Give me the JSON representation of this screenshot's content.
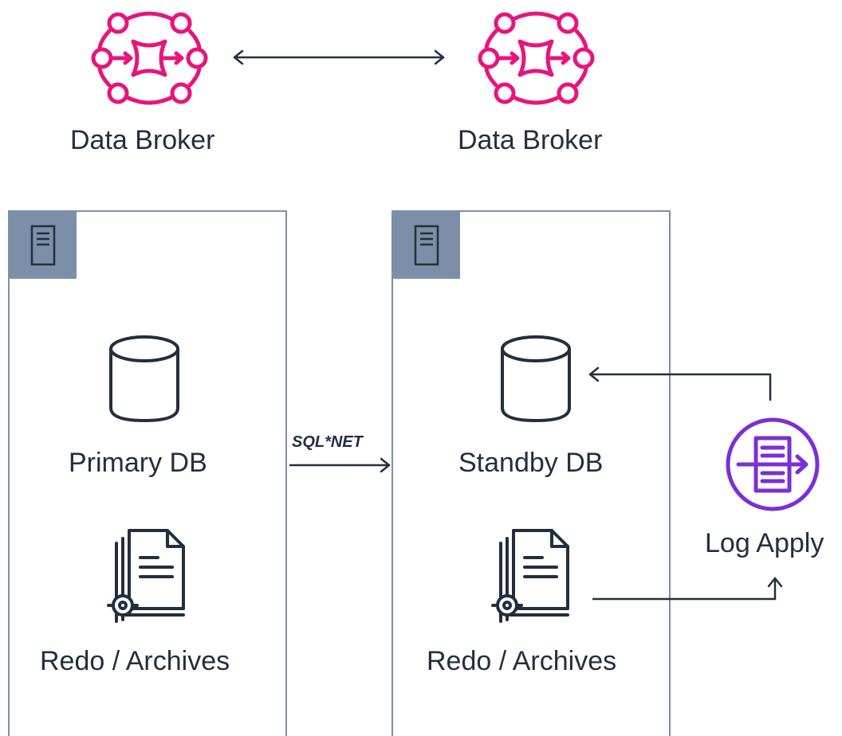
{
  "diagram": {
    "broker_left": {
      "label": "Data Broker",
      "icon": "data-broker-icon"
    },
    "broker_right": {
      "label": "Data Broker",
      "icon": "data-broker-icon"
    },
    "primary_server": {
      "icon": "server-icon",
      "db_label": "Primary DB",
      "db_icon": "database-icon",
      "files_label": "Redo / Archives",
      "files_icon": "document-gear-icon"
    },
    "standby_server": {
      "icon": "server-icon",
      "db_label": "Standby DB",
      "db_icon": "database-icon",
      "files_label": "Redo / Archives",
      "files_icon": "document-gear-icon"
    },
    "transport_label": "SQL*NET",
    "log_apply": {
      "label": "Log Apply",
      "icon": "log-apply-icon"
    }
  },
  "colors": {
    "broker_pink": "#e7157b",
    "panel_border": "#7d8fa8",
    "ink": "#232f3e",
    "log_apply_purple": "#7b2fd6"
  }
}
